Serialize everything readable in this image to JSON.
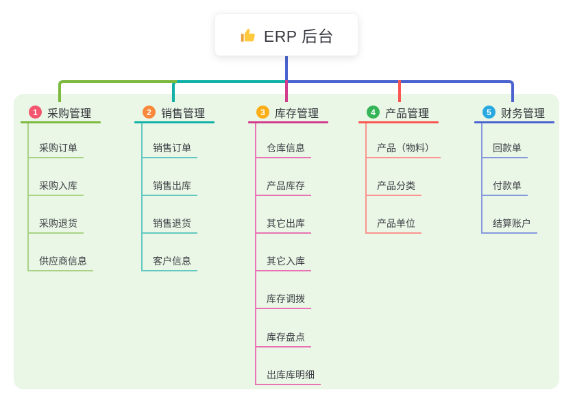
{
  "root": {
    "title": "ERP 后台",
    "icon": "thumbs-up-icon",
    "icon_color": "#FFC83D"
  },
  "colors": {
    "canvas_bg": "#ffffff",
    "panel_bg": "#EAF7E6",
    "root_connector": "#4A63CE",
    "title_text": "#34363c",
    "item_text": "#3d3f45"
  },
  "branches": [
    {
      "badge": "1",
      "label": "采购管理",
      "badge_color": "#F4566E",
      "line_color": "#7CB93E",
      "item_line_color": "#A9D284",
      "items": [
        "采购订单",
        "采购入库",
        "采购退货",
        "供应商信息"
      ]
    },
    {
      "badge": "2",
      "label": "销售管理",
      "badge_color": "#F8883B",
      "line_color": "#12B1A7",
      "item_line_color": "#63C8BF",
      "items": [
        "销售订单",
        "销售出库",
        "销售退货",
        "客户信息"
      ]
    },
    {
      "badge": "3",
      "label": "库存管理",
      "badge_color": "#FCAE16",
      "line_color": "#D23C8E",
      "item_line_color": "#E873B4",
      "items": [
        "仓库信息",
        "产品库存",
        "其它出库",
        "其它入库",
        "库存调拨",
        "库存盘点",
        "出库库明细"
      ]
    },
    {
      "badge": "4",
      "label": "产品管理",
      "badge_color": "#35B558",
      "line_color": "#FA5551",
      "item_line_color": "#FB948F",
      "items": [
        "产品（物料）",
        "产品分类",
        "产品单位"
      ]
    },
    {
      "badge": "5",
      "label": "财务管理",
      "badge_color": "#29A9E0",
      "line_color": "#4A63CE",
      "item_line_color": "#8598DD",
      "items": [
        "回款单",
        "付款单",
        "结算账户"
      ]
    }
  ]
}
